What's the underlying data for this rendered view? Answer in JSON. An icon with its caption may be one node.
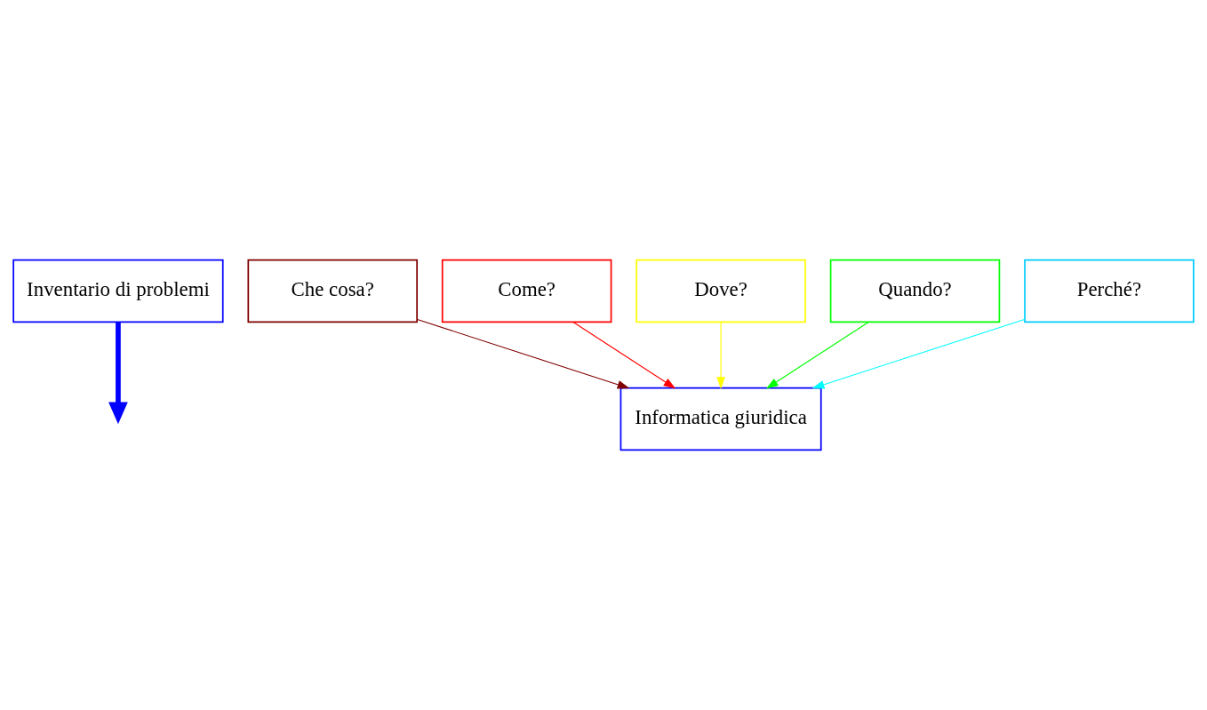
{
  "diagram": {
    "nodes": [
      {
        "text": [
          "Inventario di problemi"
        ]
      },
      {
        "text": [
          "Che cosa?"
        ]
      },
      {
        "text": [
          "Come?"
        ]
      },
      {
        "text": [
          "Dove?"
        ]
      },
      {
        "text": [
          "Quando?"
        ]
      },
      {
        "text": [
          "Perché?"
        ]
      },
      {
        "text": [
          "Informatica giuridica"
        ]
      }
    ],
    "edges": [
      {
        "from": 0,
        "to": null,
        "arrow": "to",
        "style": "thick",
        "color": "#0000ff"
      },
      {
        "from": 1,
        "to": 6,
        "arrow": "to",
        "color": "#800000"
      },
      {
        "from": 2,
        "to": 6,
        "arrow": "to",
        "color": "#ff0000"
      },
      {
        "from": 3,
        "to": 6,
        "arrow": "to",
        "color": "#ffff00"
      },
      {
        "from": 4,
        "to": 6,
        "arrow": "to",
        "color": "#00ff00"
      },
      {
        "from": 5,
        "to": 6,
        "arrow": "to",
        "color": "#00ffff"
      }
    ]
  }
}
